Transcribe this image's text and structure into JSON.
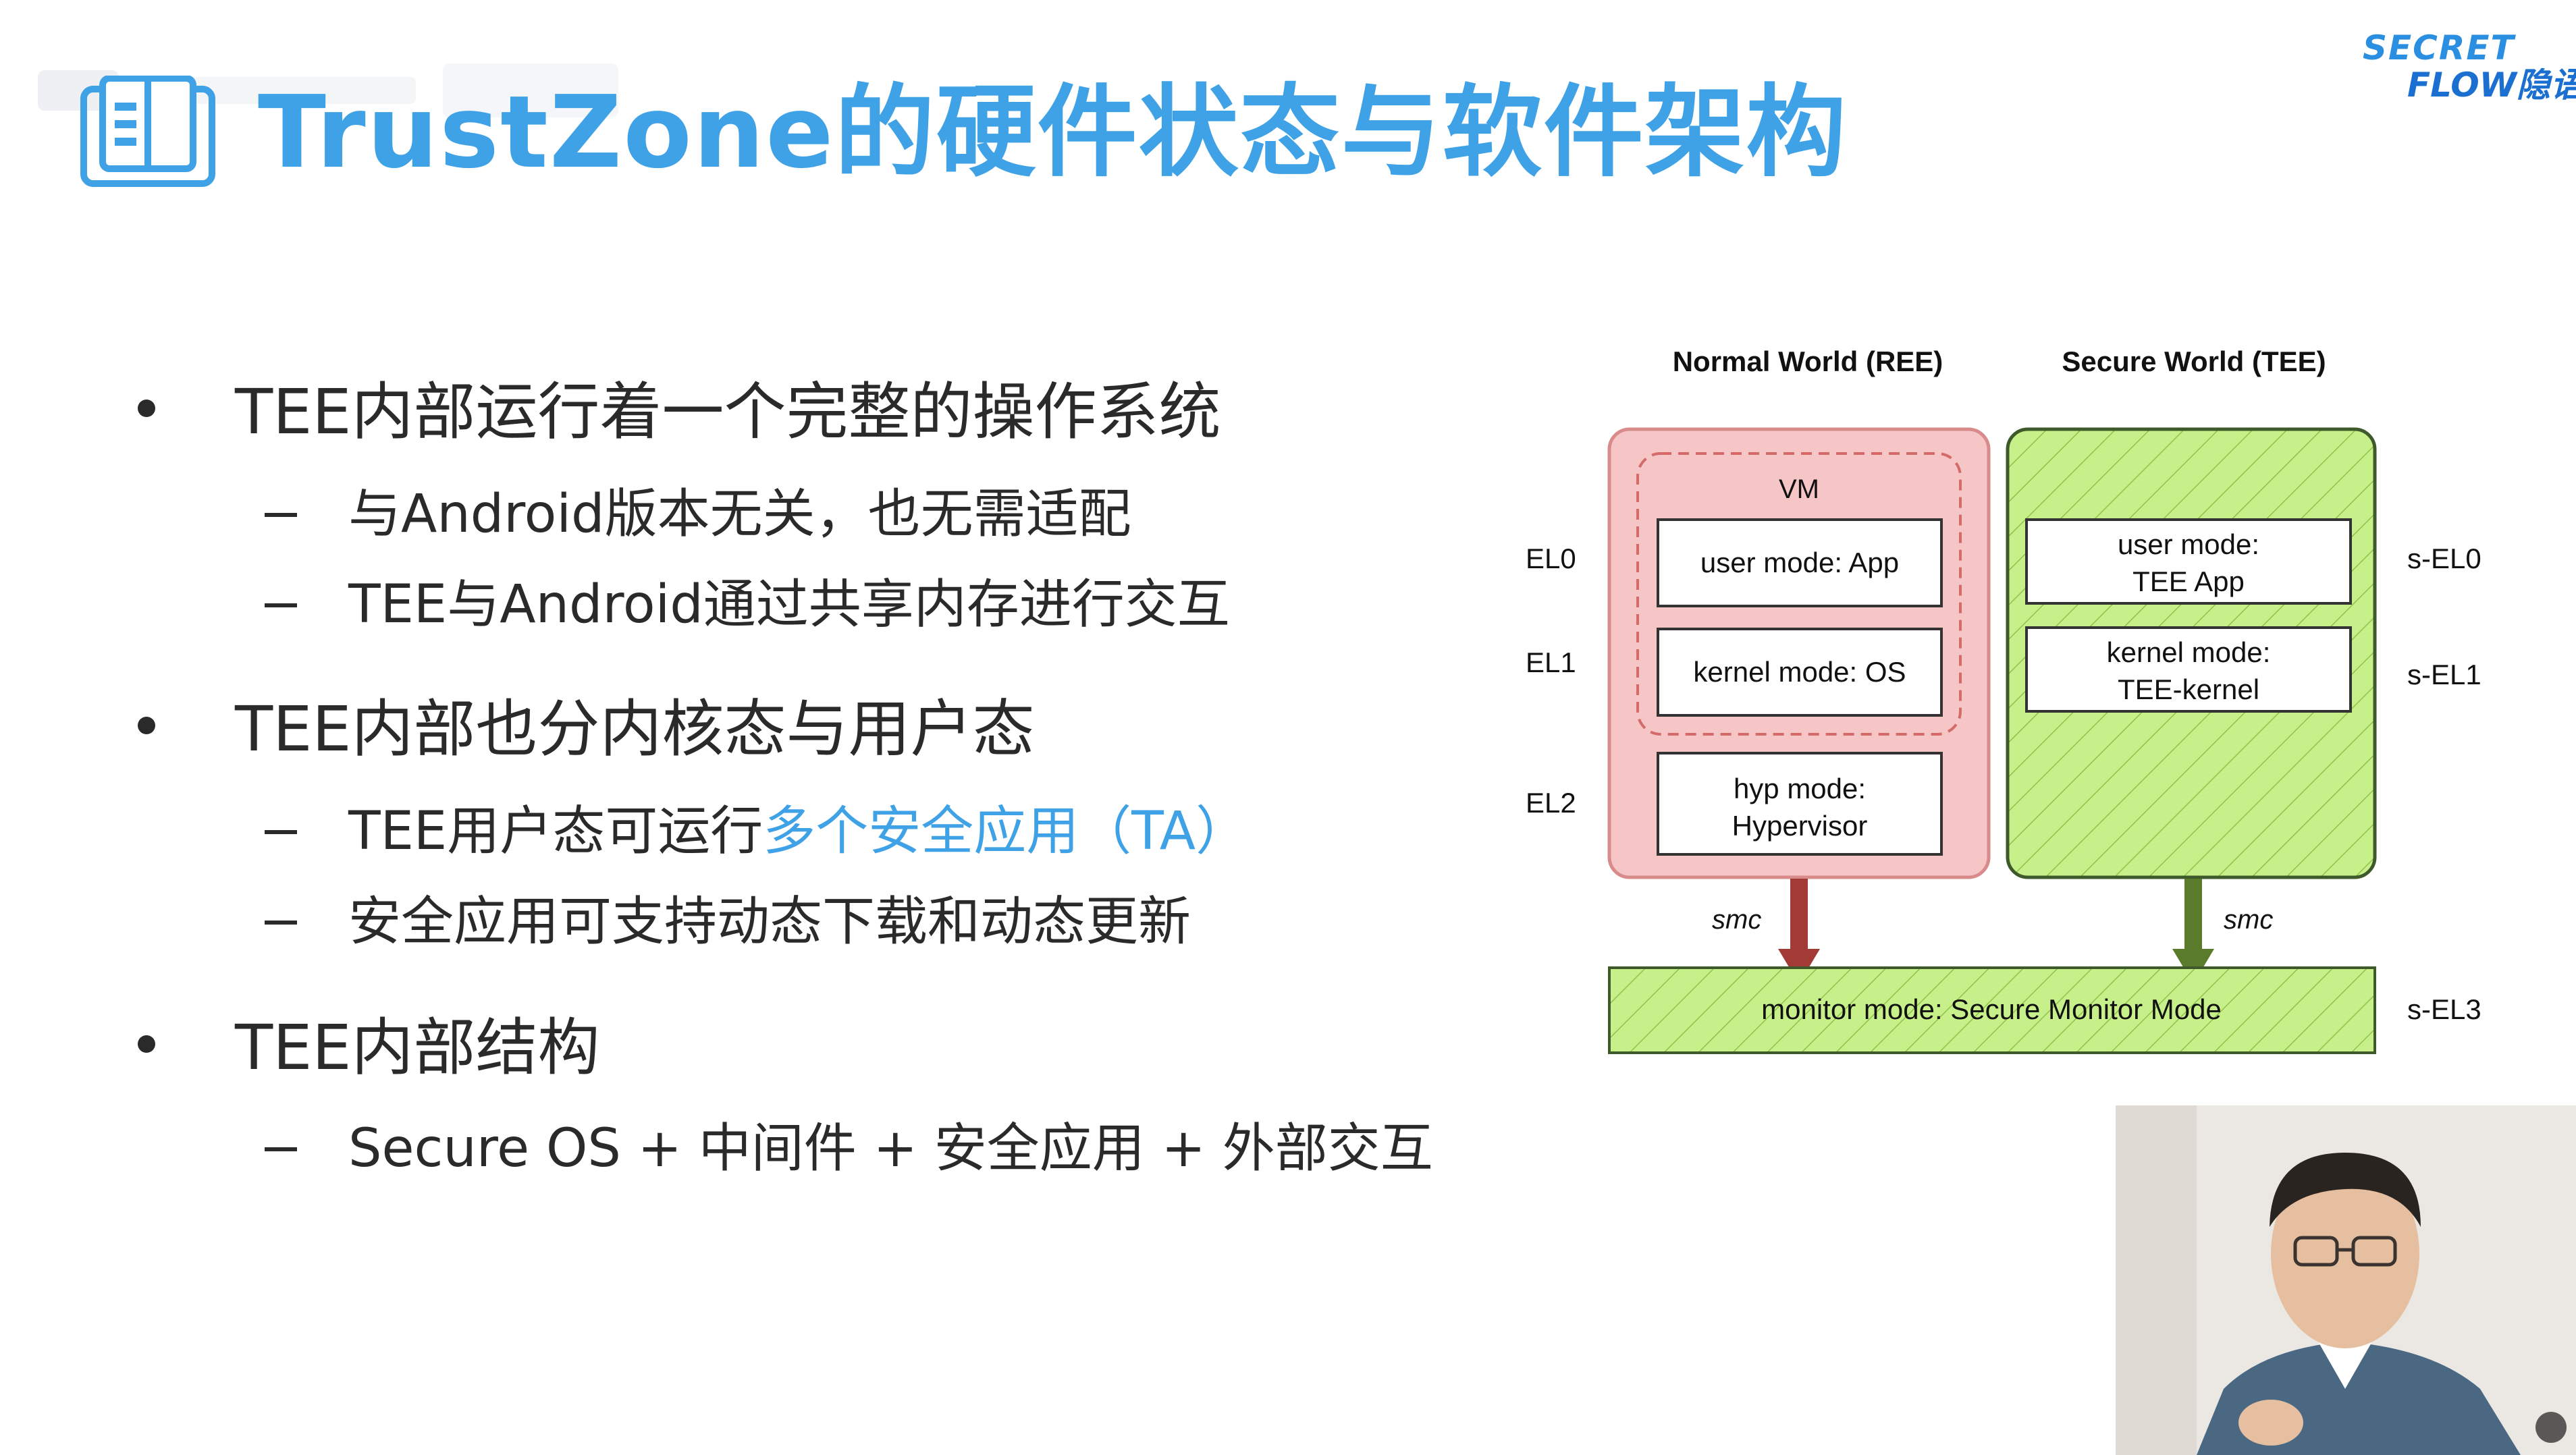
{
  "title": "TrustZone的硬件状态与软件架构",
  "brand": {
    "line1": "SECRET",
    "line2": "FLOW隐语"
  },
  "icons": {
    "title": "open-book-icon",
    "expand": "expand-icon"
  },
  "colors": {
    "accent": "#3fa2e6",
    "normal_world_fill": "#f6c6c6",
    "normal_world_border": "#d98a8a",
    "secure_world_fill": "#c8f08a",
    "normal_arrow": "#a23b35",
    "secure_arrow": "#5a7a2c"
  },
  "bullets": [
    {
      "text": "TEE内部运行着一个完整的操作系统",
      "subs": [
        {
          "text": "与Android版本无关，也无需适配"
        },
        {
          "text": "TEE与Android通过共享内存进行交互"
        }
      ]
    },
    {
      "text": "TEE内部也分内核态与用户态",
      "subs": [
        {
          "prefix": "TEE用户态可运行",
          "highlight": "多个安全应用（TA）"
        },
        {
          "text": "安全应用可支持动态下载和动态更新"
        }
      ]
    },
    {
      "text": "TEE内部结构",
      "subs": [
        {
          "text": "Secure OS + 中间件 + 安全应用 + 外部交互"
        }
      ]
    }
  ],
  "diagram": {
    "normal_world_label": "Normal World (REE)",
    "secure_world_label": "Secure World (TEE)",
    "vm_label": "VM",
    "normal_boxes": {
      "user": "user mode: App",
      "kernel": "kernel mode: OS",
      "hyp_line1": "hyp mode:",
      "hyp_line2": "Hypervisor"
    },
    "secure_boxes": {
      "user_line1": "user mode:",
      "user_line2": "TEE App",
      "kernel_line1": "kernel mode:",
      "kernel_line2": "TEE-kernel"
    },
    "left_levels": [
      "EL0",
      "EL1",
      "EL2"
    ],
    "right_levels": [
      "s-EL0",
      "s-EL1",
      "s-EL3"
    ],
    "smc_label": "smc",
    "monitor_label": "monitor mode: Secure Monitor Mode"
  }
}
